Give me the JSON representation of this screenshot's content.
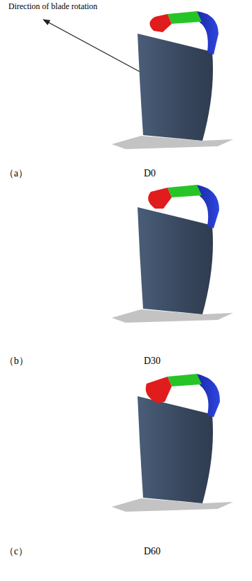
{
  "diagram": {
    "labels": [
      "Direction of blade rotation",
      "（a）",
      "D0",
      "（b）",
      "D30",
      "（c）",
      "D60"
    ]
  }
}
